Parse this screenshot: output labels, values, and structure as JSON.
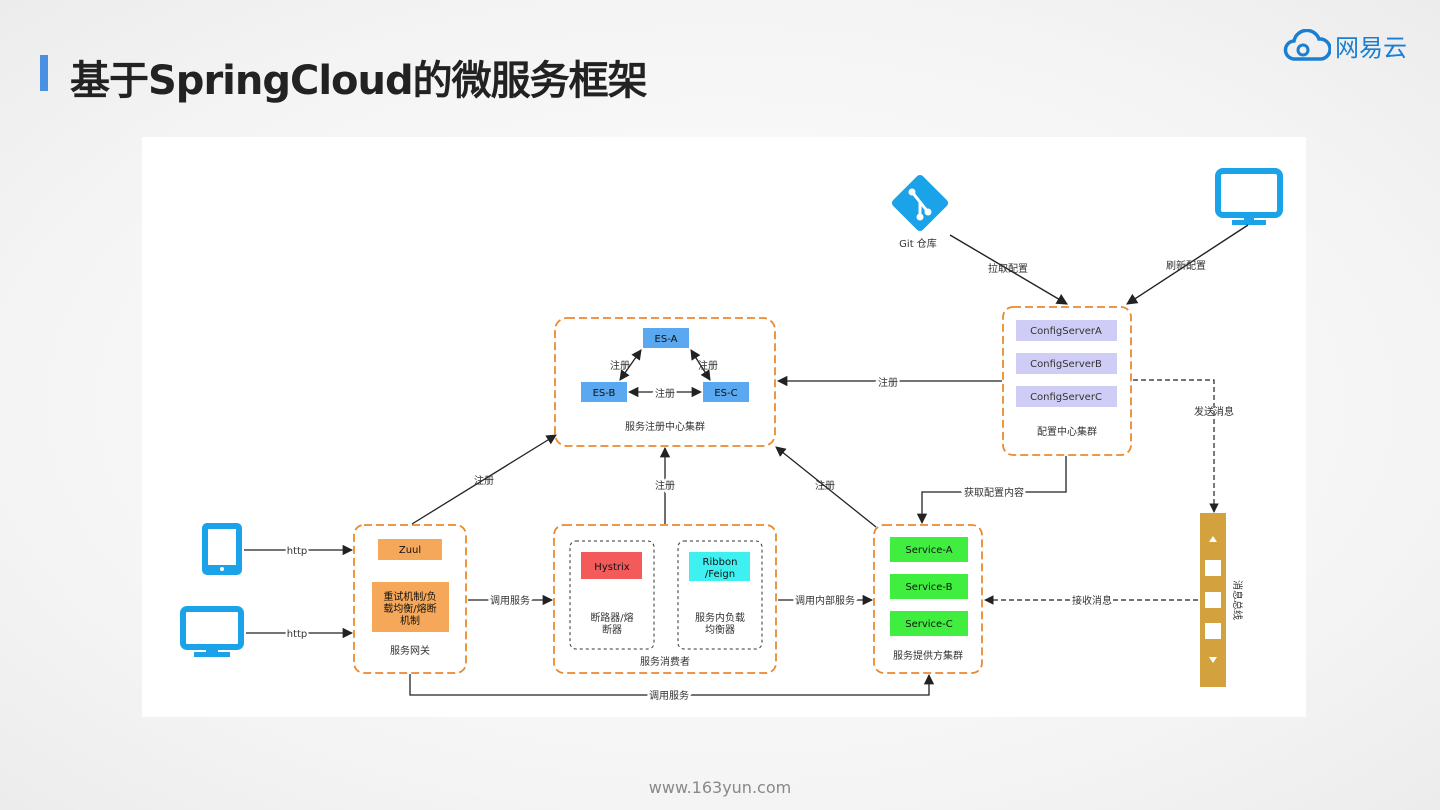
{
  "slide": {
    "title": "基于SpringCloud的微服务框架",
    "logo_text": "网易云",
    "footer": "www.163yun.com",
    "accent": "#4a90e2"
  },
  "diagram": {
    "git_label": "Git 仓库",
    "pull_config": "拉取配置",
    "refresh_config": "刷新配置",
    "config_servers": [
      "ConfigServerA",
      "ConfigServerB",
      "ConfigServerC"
    ],
    "config_cluster": "配置中心集群",
    "send_message": "发送消息",
    "es_a": "ES-A",
    "es_b": "ES-B",
    "es_c": "ES-C",
    "register": "注册",
    "registry_cluster": "服务注册中心集群",
    "get_config": "获取配置内容",
    "http": "http",
    "zuul": "Zuul",
    "gateway_feature": "重试机制/负载均衡/熔断机制",
    "gateway": "服务网关",
    "call_service": "调用服务",
    "hystrix": "Hystrix",
    "breaker": "断路器/熔断器",
    "ribbon": "Ribbon /Feign",
    "lb": "服务内负载均衡器",
    "consumer": "服务消费者",
    "call_internal": "调用内部服务",
    "services": [
      "Service-A",
      "Service-B",
      "Service-C"
    ],
    "provider_cluster": "服务提供方集群",
    "receive_message": "接收消息",
    "message_bus": "消息总线"
  }
}
